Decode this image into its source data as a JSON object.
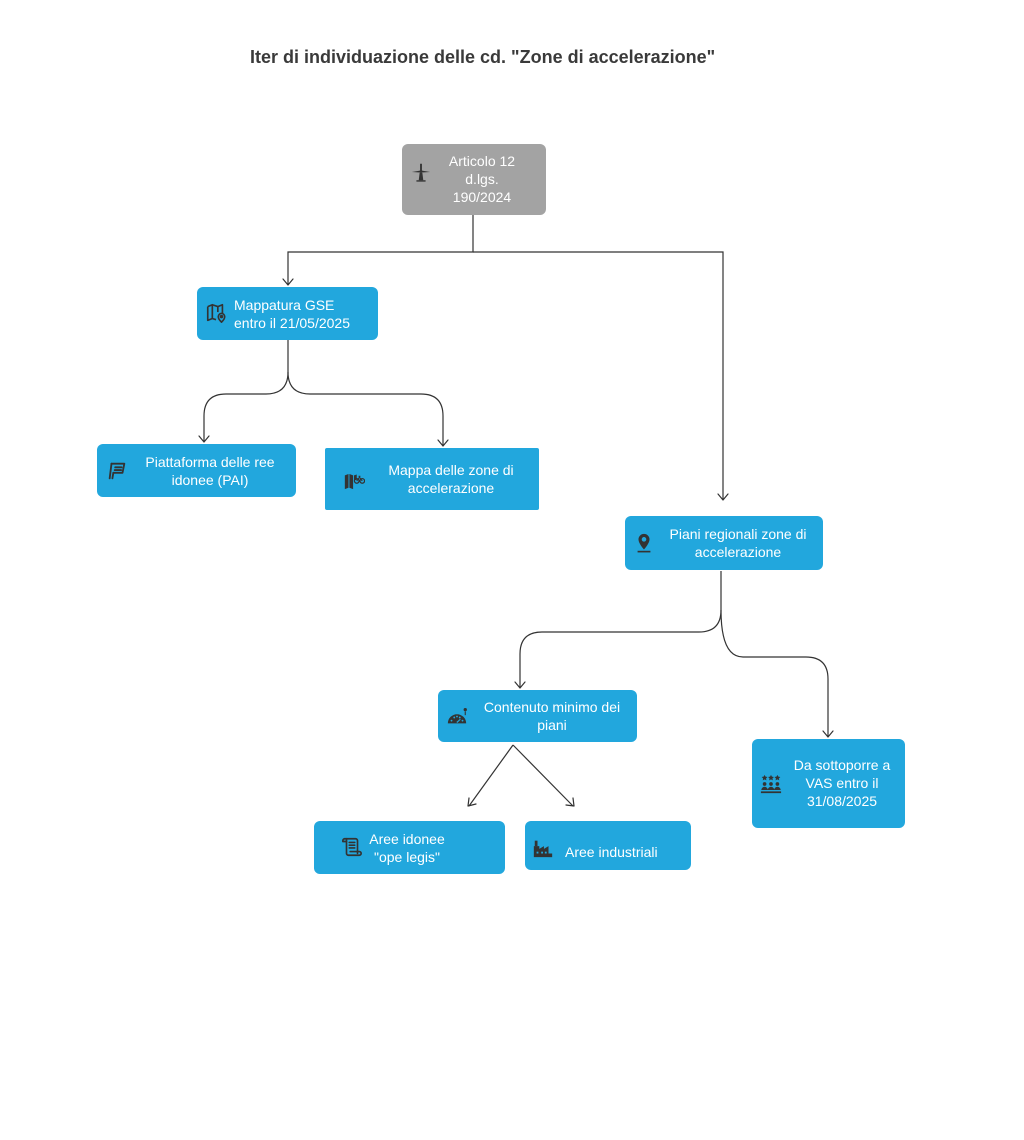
{
  "title": "Iter di individuazione delle cd. \"Zone di accelerazione\"",
  "colors": {
    "node": "#22a7dd",
    "root": "#a3a3a3",
    "connector": "#333333",
    "icon": "#333333"
  },
  "nodes": {
    "articolo": {
      "line1": "Articolo 12",
      "line2": "d.lgs.",
      "line3": "190/2024",
      "icon": "wind-turbine-icon"
    },
    "mappatura": {
      "line1": "Mappatura GSE",
      "line2": "entro il 21/05/2025",
      "icon": "map-pin-icon"
    },
    "piattaforma": {
      "line1": "Piattaforma delle ree",
      "line2": "idonee (PAI)",
      "icon": "platform-icon"
    },
    "mappa": {
      "line1": "Mappa delle zone di",
      "line2": "accelerazione",
      "icon": "map-bike-icon"
    },
    "piani": {
      "line1": "Piani regionali zone di",
      "line2": "accelerazione",
      "icon": "location-pin-icon"
    },
    "contenuto": {
      "line1": "Contenuto minimo dei",
      "line2": "piani",
      "icon": "gauge-icon"
    },
    "vas": {
      "line1": "Da sottoporre a",
      "line2": "VAS entro il",
      "line3": "31/08/2025",
      "icon": "people-rating-icon"
    },
    "aree_idonee": {
      "line1": "Aree idonee",
      "line2": "\"ope legis\"",
      "icon": "scroll-icon"
    },
    "aree_industriali": {
      "line1": "Aree industriali",
      "icon": "factory-icon"
    }
  }
}
